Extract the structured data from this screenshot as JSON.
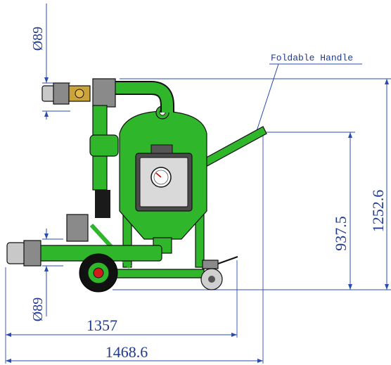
{
  "callout": {
    "label": "Foldable Handle"
  },
  "dimensions": {
    "inlet_diameter": "Ø89",
    "outlet_diameter": "Ø89",
    "wheelbase_length": "1357",
    "overall_length": "1468.6",
    "handle_height": "937.5",
    "overall_height": "1252.6"
  },
  "colors": {
    "dimension": "#2a4bb0",
    "body_green": "#2fb62a",
    "outline": "#111111",
    "wheel_hub_red": "#d11a1a"
  }
}
